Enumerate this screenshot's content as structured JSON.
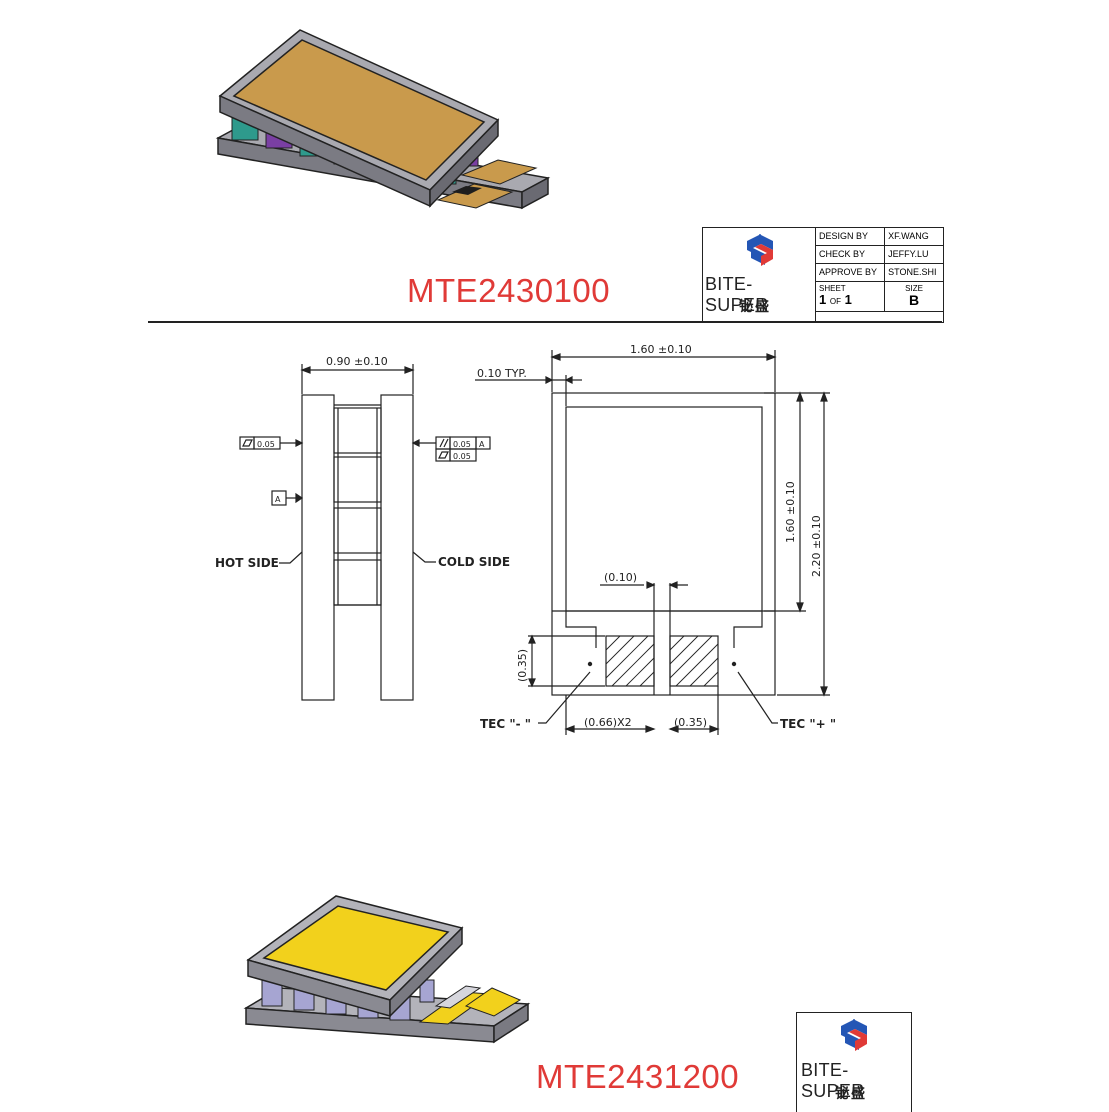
{
  "models": {
    "top": "MTE2430100",
    "bottom": "MTE2431200"
  },
  "title_block": {
    "brand_en": "BITE-SUPER",
    "brand_cn": "铋盛",
    "design_by_label": "DESIGN BY",
    "design_by": "XF.WANG",
    "check_by_label": "CHECK BY",
    "check_by": "JEFFY.LU",
    "approve_by_label": "APPROVE BY",
    "approve_by": "STONE.SHI",
    "sheet_label": "SHEET",
    "sheet_value": "1",
    "sheet_of": "OF",
    "sheet_total": "1",
    "size_label": "SIZE",
    "size_value": "B"
  },
  "drawing": {
    "side_width": "0.90 ±0.10",
    "flatness_left": "0.05",
    "parallel_right": "0.05",
    "parallel_ref": "A",
    "flatness_right": "0.05",
    "datum": "A",
    "hot_side": "HOT SIDE",
    "cold_side": "COLD SIDE",
    "top_width": "1.60 ±0.10",
    "wall": "0.10 TYP.",
    "inner_height": "1.60 ±0.10",
    "total_height": "2.20 ±0.10",
    "gap": "(0.10)",
    "pad_height": "(0.35)",
    "pad_width": "(0.66)X2",
    "pad_gap": "(0.35)",
    "tec_minus": "TEC \"- \"",
    "tec_plus": "TEC \"+ \""
  },
  "colors": {
    "brand_red": "#e03a37",
    "brand_blue": "#2456b5",
    "plate_gold": "#c99a4c",
    "plate_yellow": "#f2d11c",
    "frame_gray": "#8e8e96",
    "cell_teal": "#2e9a8c",
    "cell_purple": "#7a3fa3",
    "cell_lavender": "#a6a5d2"
  }
}
